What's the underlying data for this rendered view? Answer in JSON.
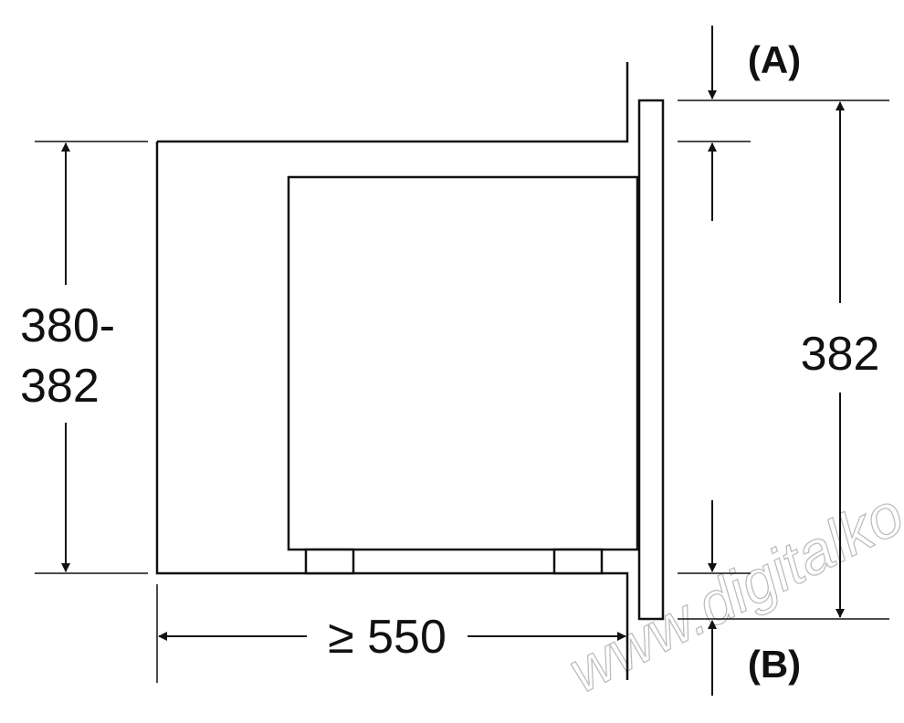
{
  "labels": {
    "cabinet_height_line1": "380-",
    "cabinet_height_line2": "382",
    "depth": "≥ 550",
    "frame_height": "382",
    "gap_top": "(A)",
    "gap_bottom": "(B)"
  },
  "watermark": "www.digitalko.hu",
  "colors": {
    "line": "#111111",
    "background": "#ffffff",
    "watermark_outline": "#b9b9b9"
  }
}
